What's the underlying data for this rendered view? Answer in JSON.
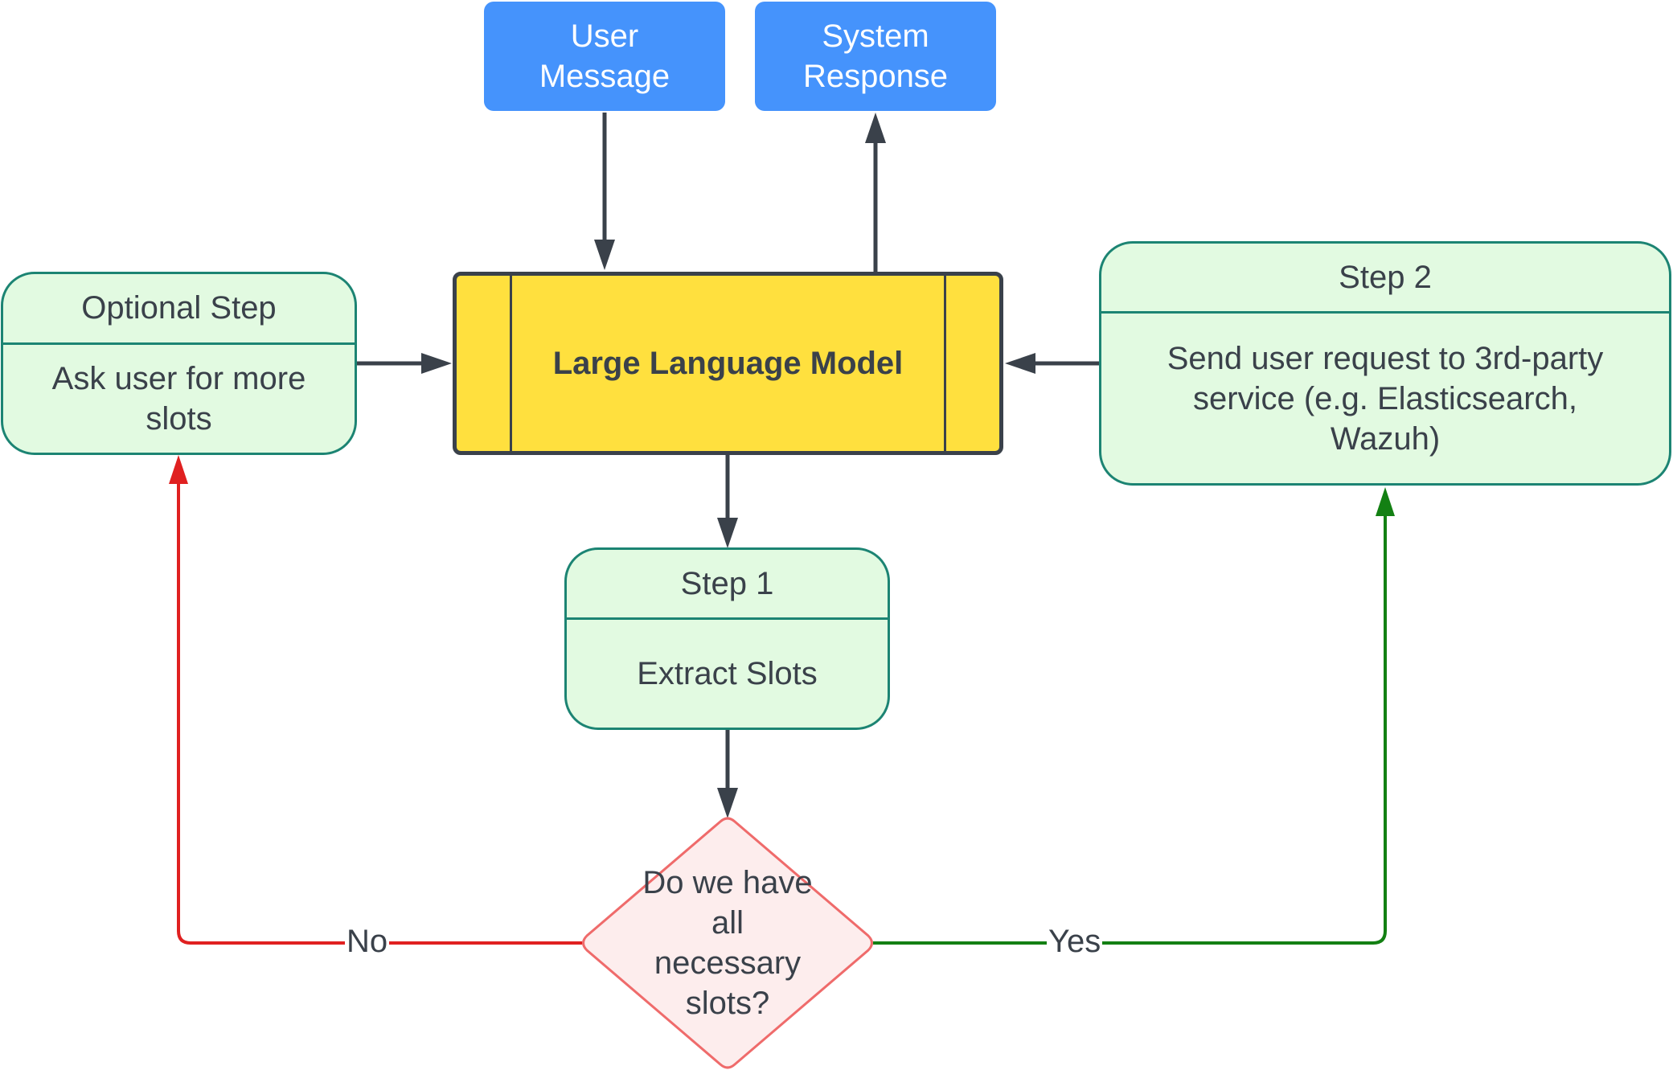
{
  "nodes": {
    "user_message": "User Message",
    "system_response": "System Response",
    "llm": "Large Language Model",
    "optional_step": {
      "header": "Optional Step",
      "body": "Ask user for more slots"
    },
    "step2": {
      "header": "Step 2",
      "body": "Send user request to 3rd-party service (e.g. Elasticsearch, Wazuh)"
    },
    "step1": {
      "header": "Step 1",
      "body": "Extract Slots"
    },
    "decision": "Do we have all necessary slots?"
  },
  "edges": {
    "no_label": "No",
    "yes_label": "Yes"
  },
  "colors": {
    "blue": "#4593fc",
    "yellow": "#ffe03e",
    "green_fill": "#e2fae1",
    "green_stroke": "#1c8473",
    "diamond_fill": "#fdeded",
    "diamond_stroke": "#ef6b6b",
    "no_arrow": "#e02020",
    "yes_arrow": "#138013",
    "dark": "#3a414a"
  }
}
